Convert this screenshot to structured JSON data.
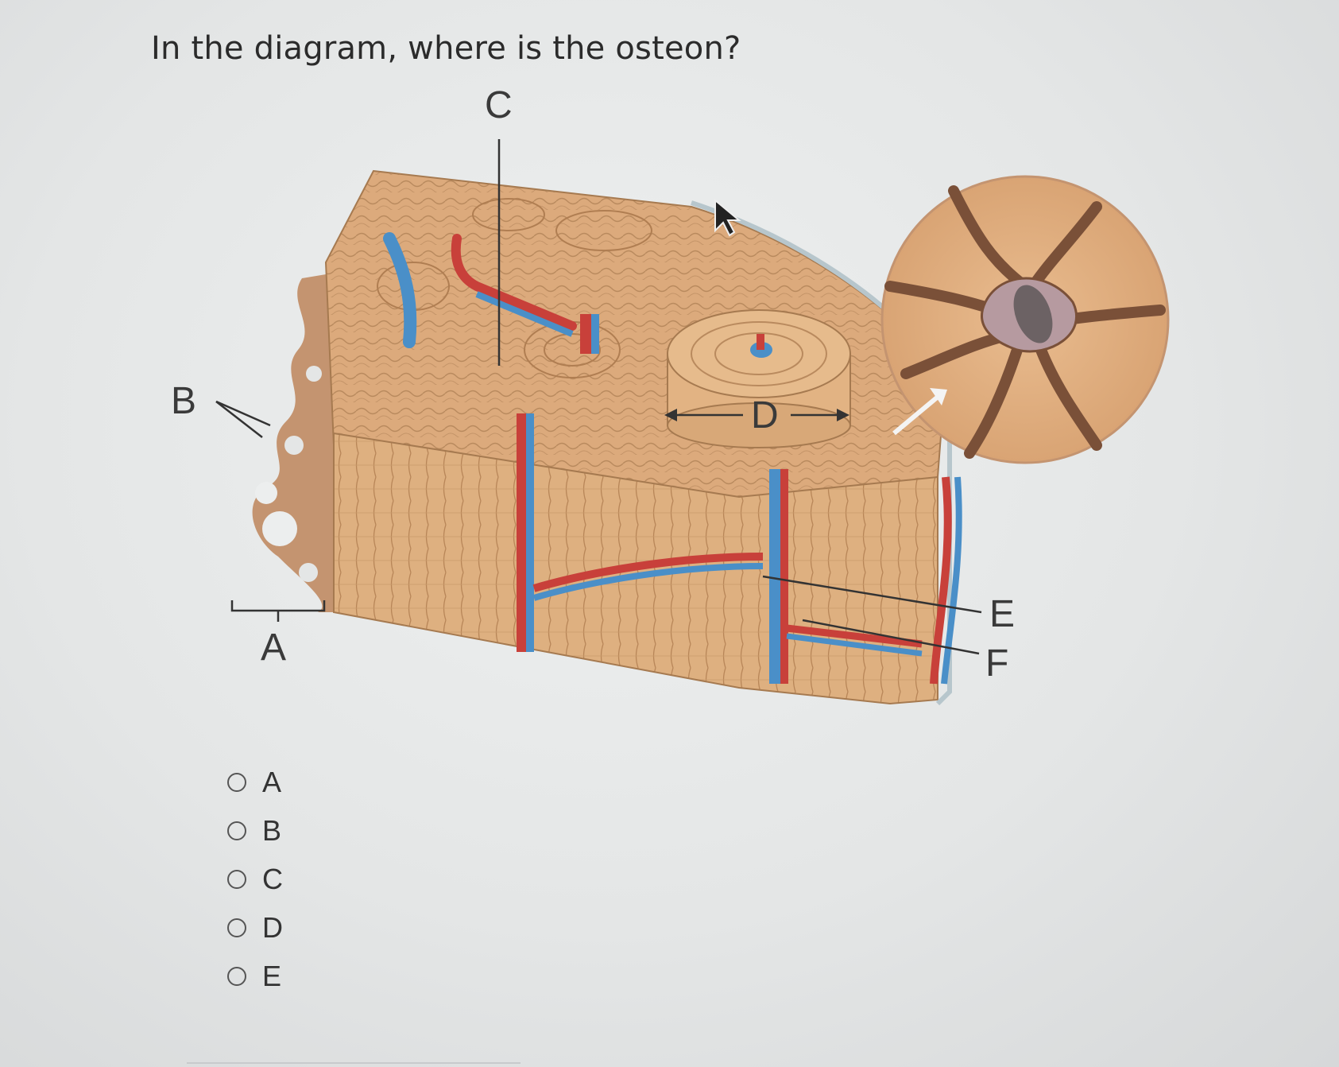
{
  "question": {
    "text": "In the diagram, where is the osteon?"
  },
  "diagram": {
    "labels": {
      "a": "A",
      "b": "B",
      "c": "C",
      "d": "D",
      "e": "E",
      "f": "F"
    },
    "colors": {
      "bone": "#d9a878",
      "bone_dark": "#b88658",
      "artery": "#c8403a",
      "vein": "#4a8fc8",
      "spongy": "#c99a72"
    }
  },
  "options": [
    {
      "label": "A",
      "selected": false
    },
    {
      "label": "B",
      "selected": false
    },
    {
      "label": "C",
      "selected": false
    },
    {
      "label": "D",
      "selected": false
    },
    {
      "label": "E",
      "selected": false
    }
  ]
}
